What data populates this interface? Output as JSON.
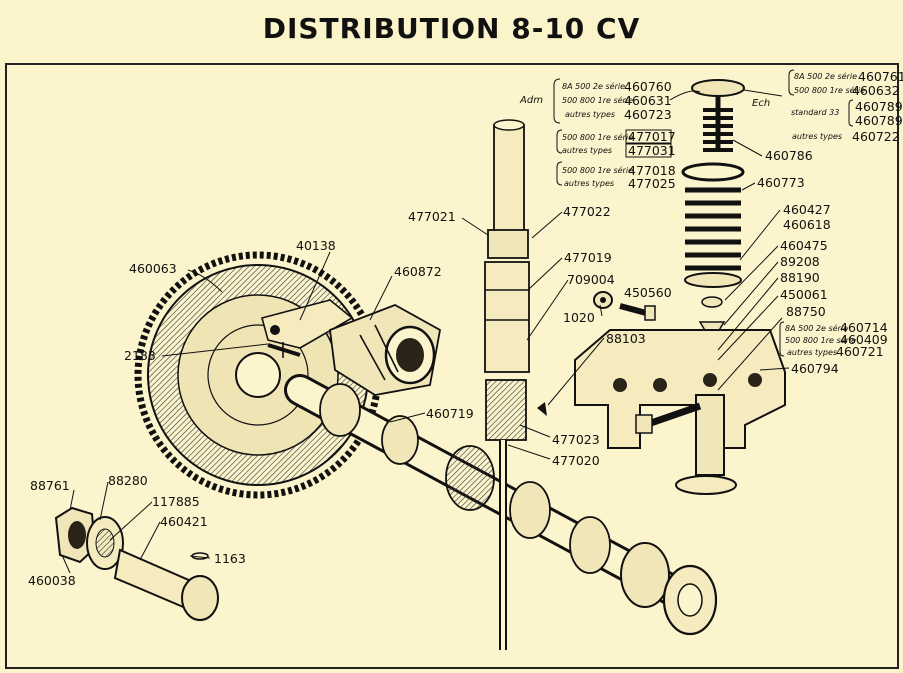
{
  "title": "DISTRIBUTION 8-10 CV",
  "labels": {
    "p460063": "460063",
    "p40138": "40138",
    "p460872": "460872",
    "p2183": "2183",
    "p460719": "460719",
    "p477021": "477021",
    "p477022": "477022",
    "p477019": "477019",
    "p709004": "709004",
    "p450560": "450560",
    "p1020": "1020",
    "p88103": "88103",
    "p477023": "477023",
    "p477020": "477020",
    "p88761": "88761",
    "p88280": "88280",
    "p117885": "117885",
    "p460421": "460421",
    "p1163": "1163",
    "p460038": "460038",
    "p460786": "460786",
    "p460773": "460773",
    "p460427": "460427",
    "p460618": "460618",
    "p460475": "460475",
    "p89208": "89208",
    "p88190": "88190",
    "p450061": "450061",
    "p88750": "88750",
    "p460794": "460794"
  },
  "admission": {
    "prefix": "Adm",
    "rows": [
      {
        "desc": "8A 500 2e série",
        "ref": "460760"
      },
      {
        "desc": "500 800 1re série",
        "ref": "460631"
      },
      {
        "desc": "autres types",
        "ref": "460723"
      }
    ]
  },
  "echappement": {
    "prefix": "Ech",
    "rows": [
      {
        "desc": "8A 500 2e série",
        "ref": "460761"
      },
      {
        "desc": "500 800 1re série",
        "ref": "460632"
      },
      {
        "desc": "standard 33",
        "ref": "460789"
      },
      {
        "desc": "",
        "ref": "460789"
      },
      {
        "desc": "autres types",
        "ref": "460722"
      }
    ]
  },
  "shaft_box_1": [
    {
      "desc": "500 800 1re série",
      "ref": "477017"
    },
    {
      "desc": "autres types",
      "ref": "477031"
    }
  ],
  "shaft_box_2": [
    {
      "desc": "500 800 1re série",
      "ref": "477018"
    },
    {
      "desc": "autres types",
      "ref": "477025"
    }
  ],
  "tappet_box": [
    {
      "desc": "8A 500 2e série",
      "ref": "460714"
    },
    {
      "desc": "500 800 1re série",
      "ref": "460409"
    },
    {
      "desc": "autres types",
      "ref": "460721"
    }
  ],
  "colors": {
    "paper": "#fbf3c9",
    "ink": "#111111",
    "shade": "#3a3020"
  }
}
